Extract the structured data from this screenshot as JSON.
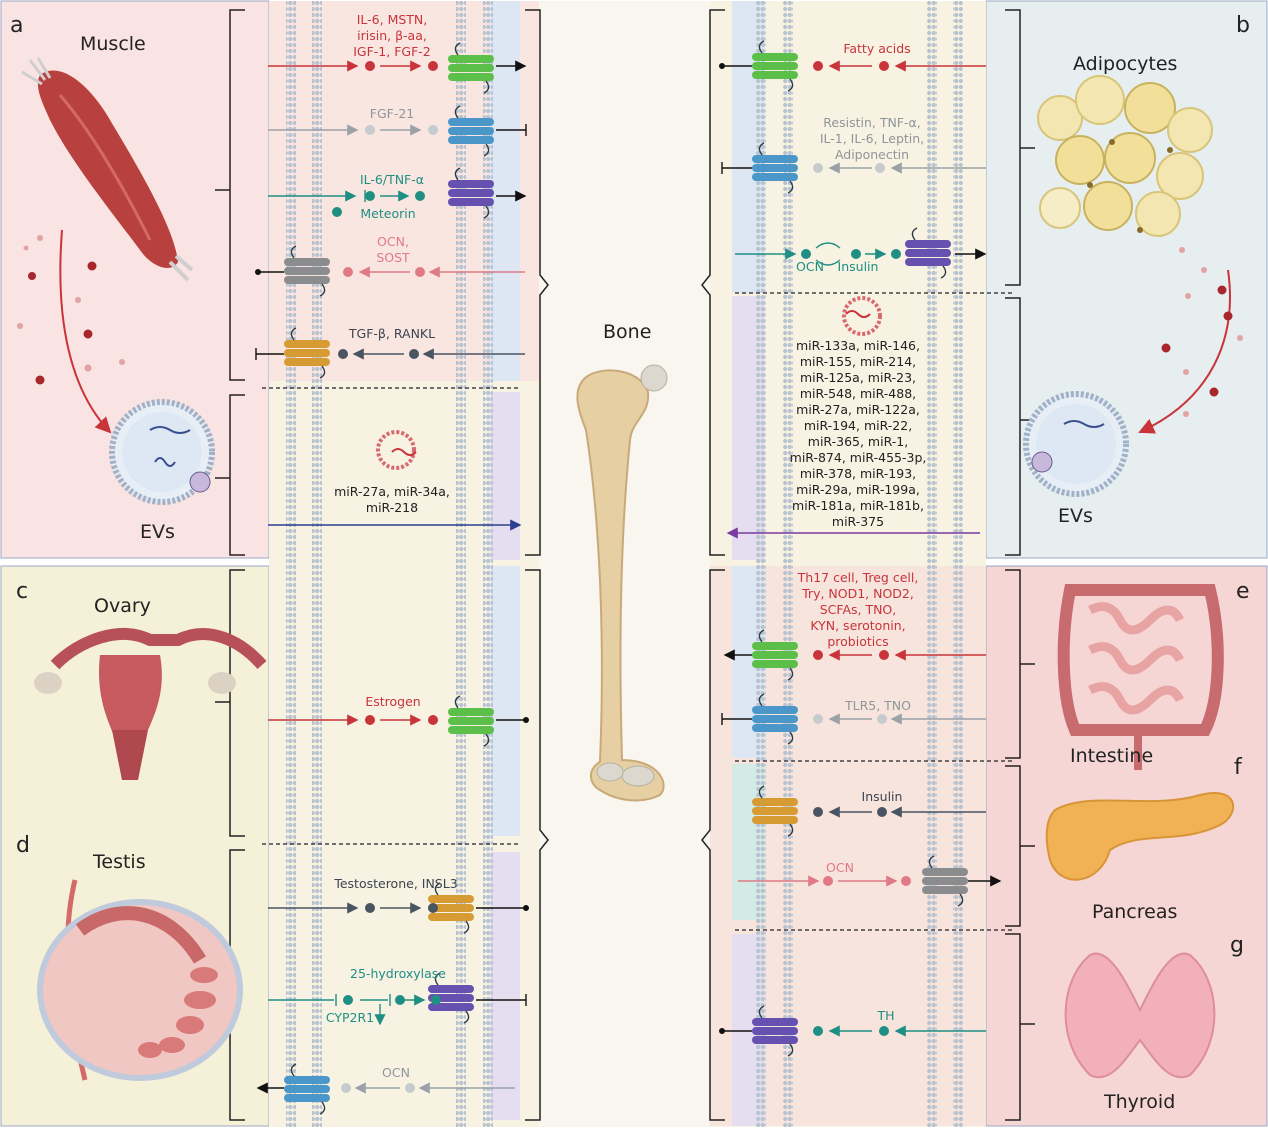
{
  "center": {
    "label": "Bone"
  },
  "panels": {
    "a": {
      "letter": "a",
      "organ": "Muscle",
      "ev": "EVs",
      "factors": [
        "IL-6, MSTN,",
        "irisin, β-aa,",
        "IGF-1, FGF-2",
        "FGF-21",
        "IL-6/TNF-α",
        "Meteorin",
        "OCN,",
        "SOST",
        "TGF-β, RANKL"
      ],
      "mirna": [
        "miR-27a, miR-34a,",
        "miR-218"
      ]
    },
    "b": {
      "letter": "b",
      "organ": "Adipocytes",
      "ev": "EVs",
      "factors": [
        "Fatty acids",
        "Resistin, TNF-α,",
        "IL-1, IL-6, Leptin,",
        "Adiponectin",
        "OCN",
        "Insulin"
      ],
      "mirna": [
        "miR-133a, miR-146,",
        "miR-155, miR-214,",
        "miR-125a, miR-23,",
        "miR-548, miR-488,",
        "miR-27a, miR-122a,",
        "miR-194, miR-22,",
        "miR-365, miR-1,",
        "miR-874, miR-455-3p,",
        "miR-378, miR-193,",
        "miR-29a, miR-199a,",
        "miR-181a, miR-181b,",
        "miR-375"
      ]
    },
    "c": {
      "letter": "c",
      "organ": "Ovary",
      "factors": [
        "Estrogen"
      ]
    },
    "d": {
      "letter": "d",
      "organ": "Testis",
      "factors": [
        "Testosterone, INSL3",
        "25-hydroxylase",
        "CYP2R1",
        "OCN"
      ]
    },
    "e": {
      "letter": "e",
      "organ": "Intestine",
      "factors": [
        "Th17 cell, Treg cell,",
        "Try, NOD1, NOD2,",
        "SCFAs, TNO,",
        "KYN, serotonin,",
        "probiotics",
        "TLR5, TNO"
      ]
    },
    "f": {
      "letter": "f",
      "organ": "Pancreas",
      "factors": [
        "Insulin",
        "OCN"
      ]
    },
    "g": {
      "letter": "g",
      "organ": "Thyroid",
      "factors": [
        "TH"
      ]
    }
  },
  "colors": {
    "red": "#c8343a",
    "gray": "#9aa2a7",
    "teal": "#1f8f84",
    "pink": "#e07a86",
    "dark": "#4a5563",
    "navy": "#2c3e8f",
    "purple": "#7b3aa0"
  }
}
